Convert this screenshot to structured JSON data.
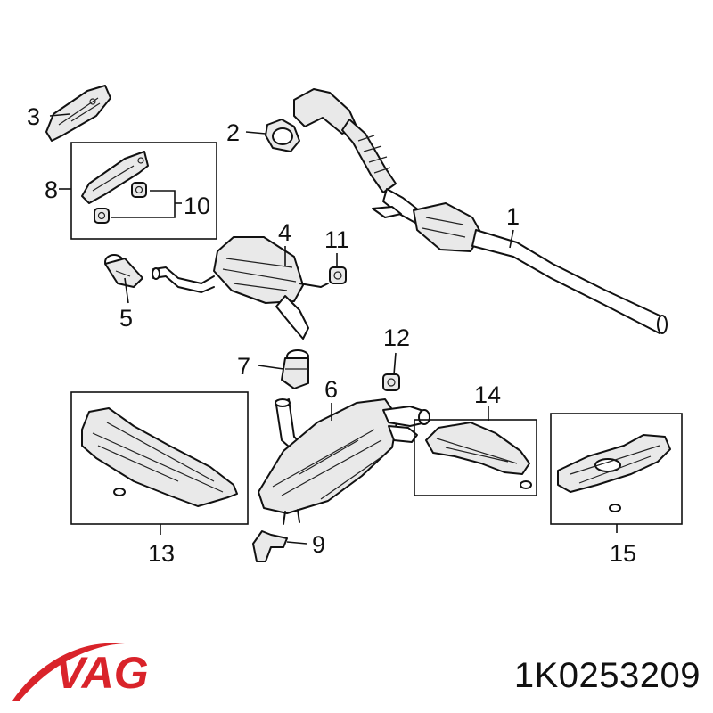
{
  "callouts": {
    "c1": "1",
    "c2": "2",
    "c3": "3",
    "c4": "4",
    "c5": "5",
    "c6": "6",
    "c7": "7",
    "c8": "8",
    "c9": "9",
    "c10": "10",
    "c11": "11",
    "c12": "12",
    "c13": "13",
    "c14": "14",
    "c15": "15"
  },
  "brand": {
    "logo_text": "VAG",
    "color": "#d9232a"
  },
  "part_number": "1K0253209",
  "colors": {
    "line": "#111111",
    "part_shade": "#e9e9e9",
    "background": "#ffffff"
  }
}
